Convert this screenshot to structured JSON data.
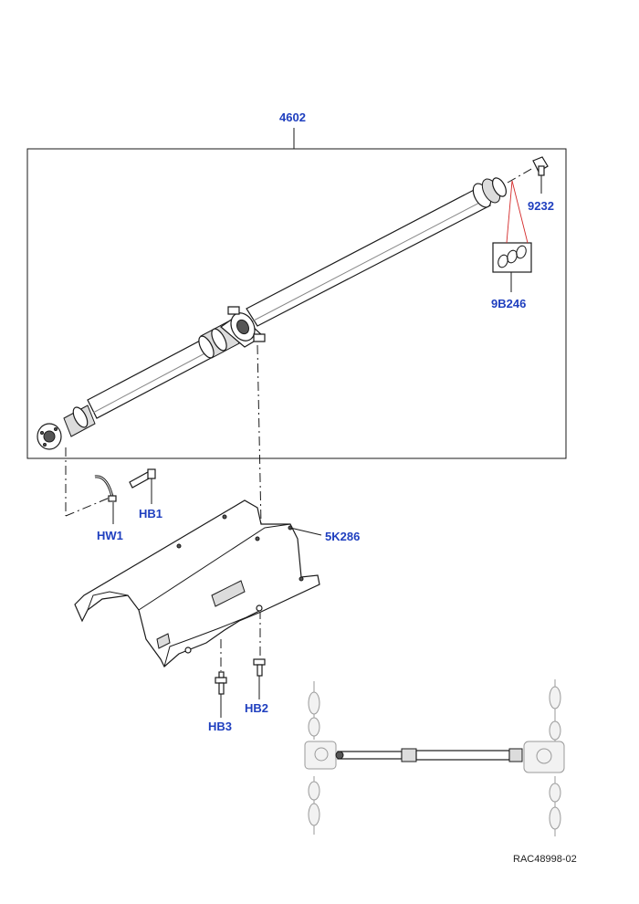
{
  "callouts": {
    "driveshaft": "4602",
    "bolt_9232": "9232",
    "seal_kit": "9B246",
    "wire_clip": "HW1",
    "bolt_hb1": "HB1",
    "heat_shield": "5K286",
    "bolt_hb2": "HB2",
    "bolt_hb3": "HB3"
  },
  "reference_code": "RAC48998-02",
  "colors": {
    "callout": "#1f3fbf",
    "linework": "#1a1a1a",
    "leader_red": "#d42a2a",
    "ghost": "#9a9a9a"
  }
}
